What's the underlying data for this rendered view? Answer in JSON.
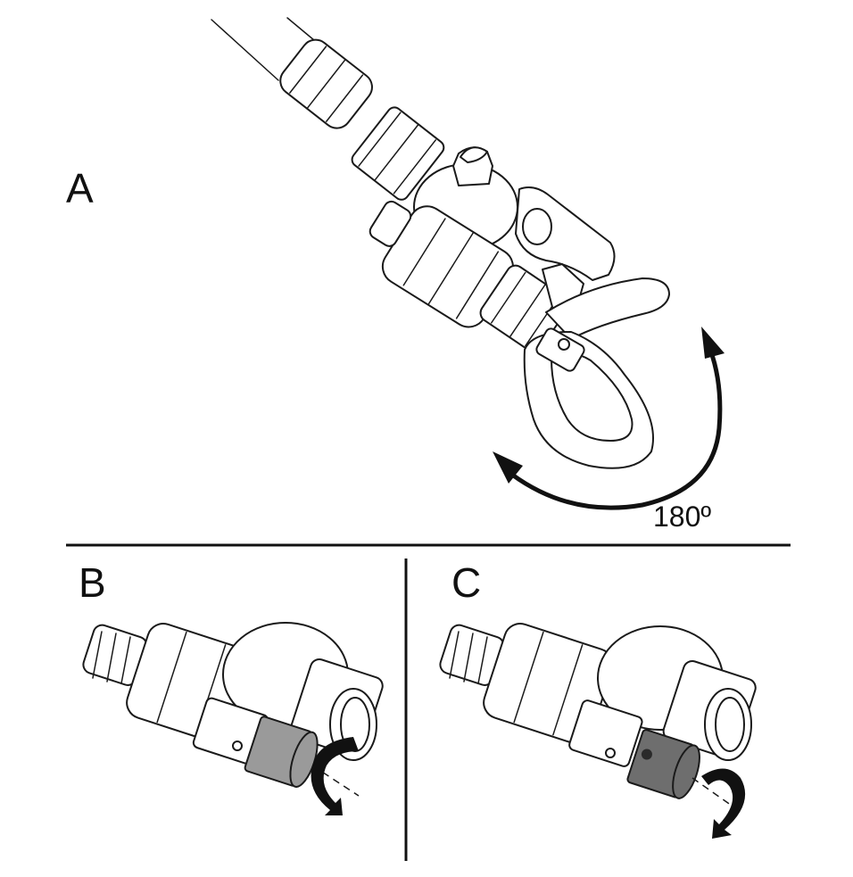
{
  "panels": {
    "a": {
      "label": "A",
      "rotation_label": "180º"
    },
    "b": {
      "label": "B"
    },
    "c": {
      "label": "C"
    }
  },
  "colors": {
    "line": "#1a1a1a",
    "tip_gray": "#9a9a9a",
    "tip_dark": "#6e6e6e",
    "background": "#ffffff"
  }
}
